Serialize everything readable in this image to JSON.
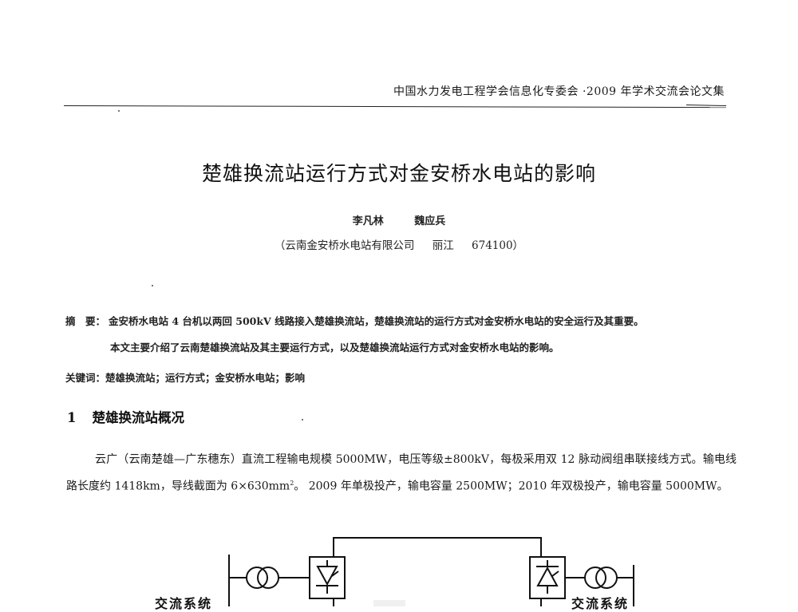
{
  "running_header": "中国水力发电工程学会信息化专委会 ·2009 年学术交流会论文集",
  "title": "楚雄换流站运行方式对金安桥水电站的影响",
  "authors": [
    "李凡林",
    "魏应兵"
  ],
  "affiliation": {
    "org": "（云南金安桥水电站有限公司",
    "city": "丽江",
    "postcode": "674100）"
  },
  "abstract": {
    "label": "摘　要：",
    "line1": "金安桥水电站 4 台机以两回 500kV 线路接入楚雄换流站，楚雄换流站的运行方式对金安桥水电站的安全运行及其重要。",
    "line2": "本文主要介绍了云南楚雄换流站及其主要运行方式，以及楚雄换流站运行方式对金安桥水电站的影响。"
  },
  "keywords": {
    "label": "关键词：",
    "text": "楚雄换流站；运行方式；金安桥水电站；影响"
  },
  "section": {
    "number": "1",
    "title": "楚雄换流站概况"
  },
  "body": {
    "paragraph": "云广（云南楚雄—广东穗东）直流工程输电规模 5000MW，电压等级±800kV，每极采用双 12 脉动阀组串联接线方式。输电线路长度约 1418km，导线截面为 6×630mm",
    "superscript": "2",
    "paragraph_end": "。 2009 年单极投产，输电容量 2500MW；2010 年双极投产，输电容量 5000MW。"
  },
  "diagram": {
    "left_label": "交流系统",
    "right_label": "交流系统",
    "components": [
      "left-ac-bus",
      "left-transformer",
      "rectifier-converter",
      "dc-line",
      "inverter-converter",
      "right-transformer",
      "right-ac-bus"
    ]
  }
}
